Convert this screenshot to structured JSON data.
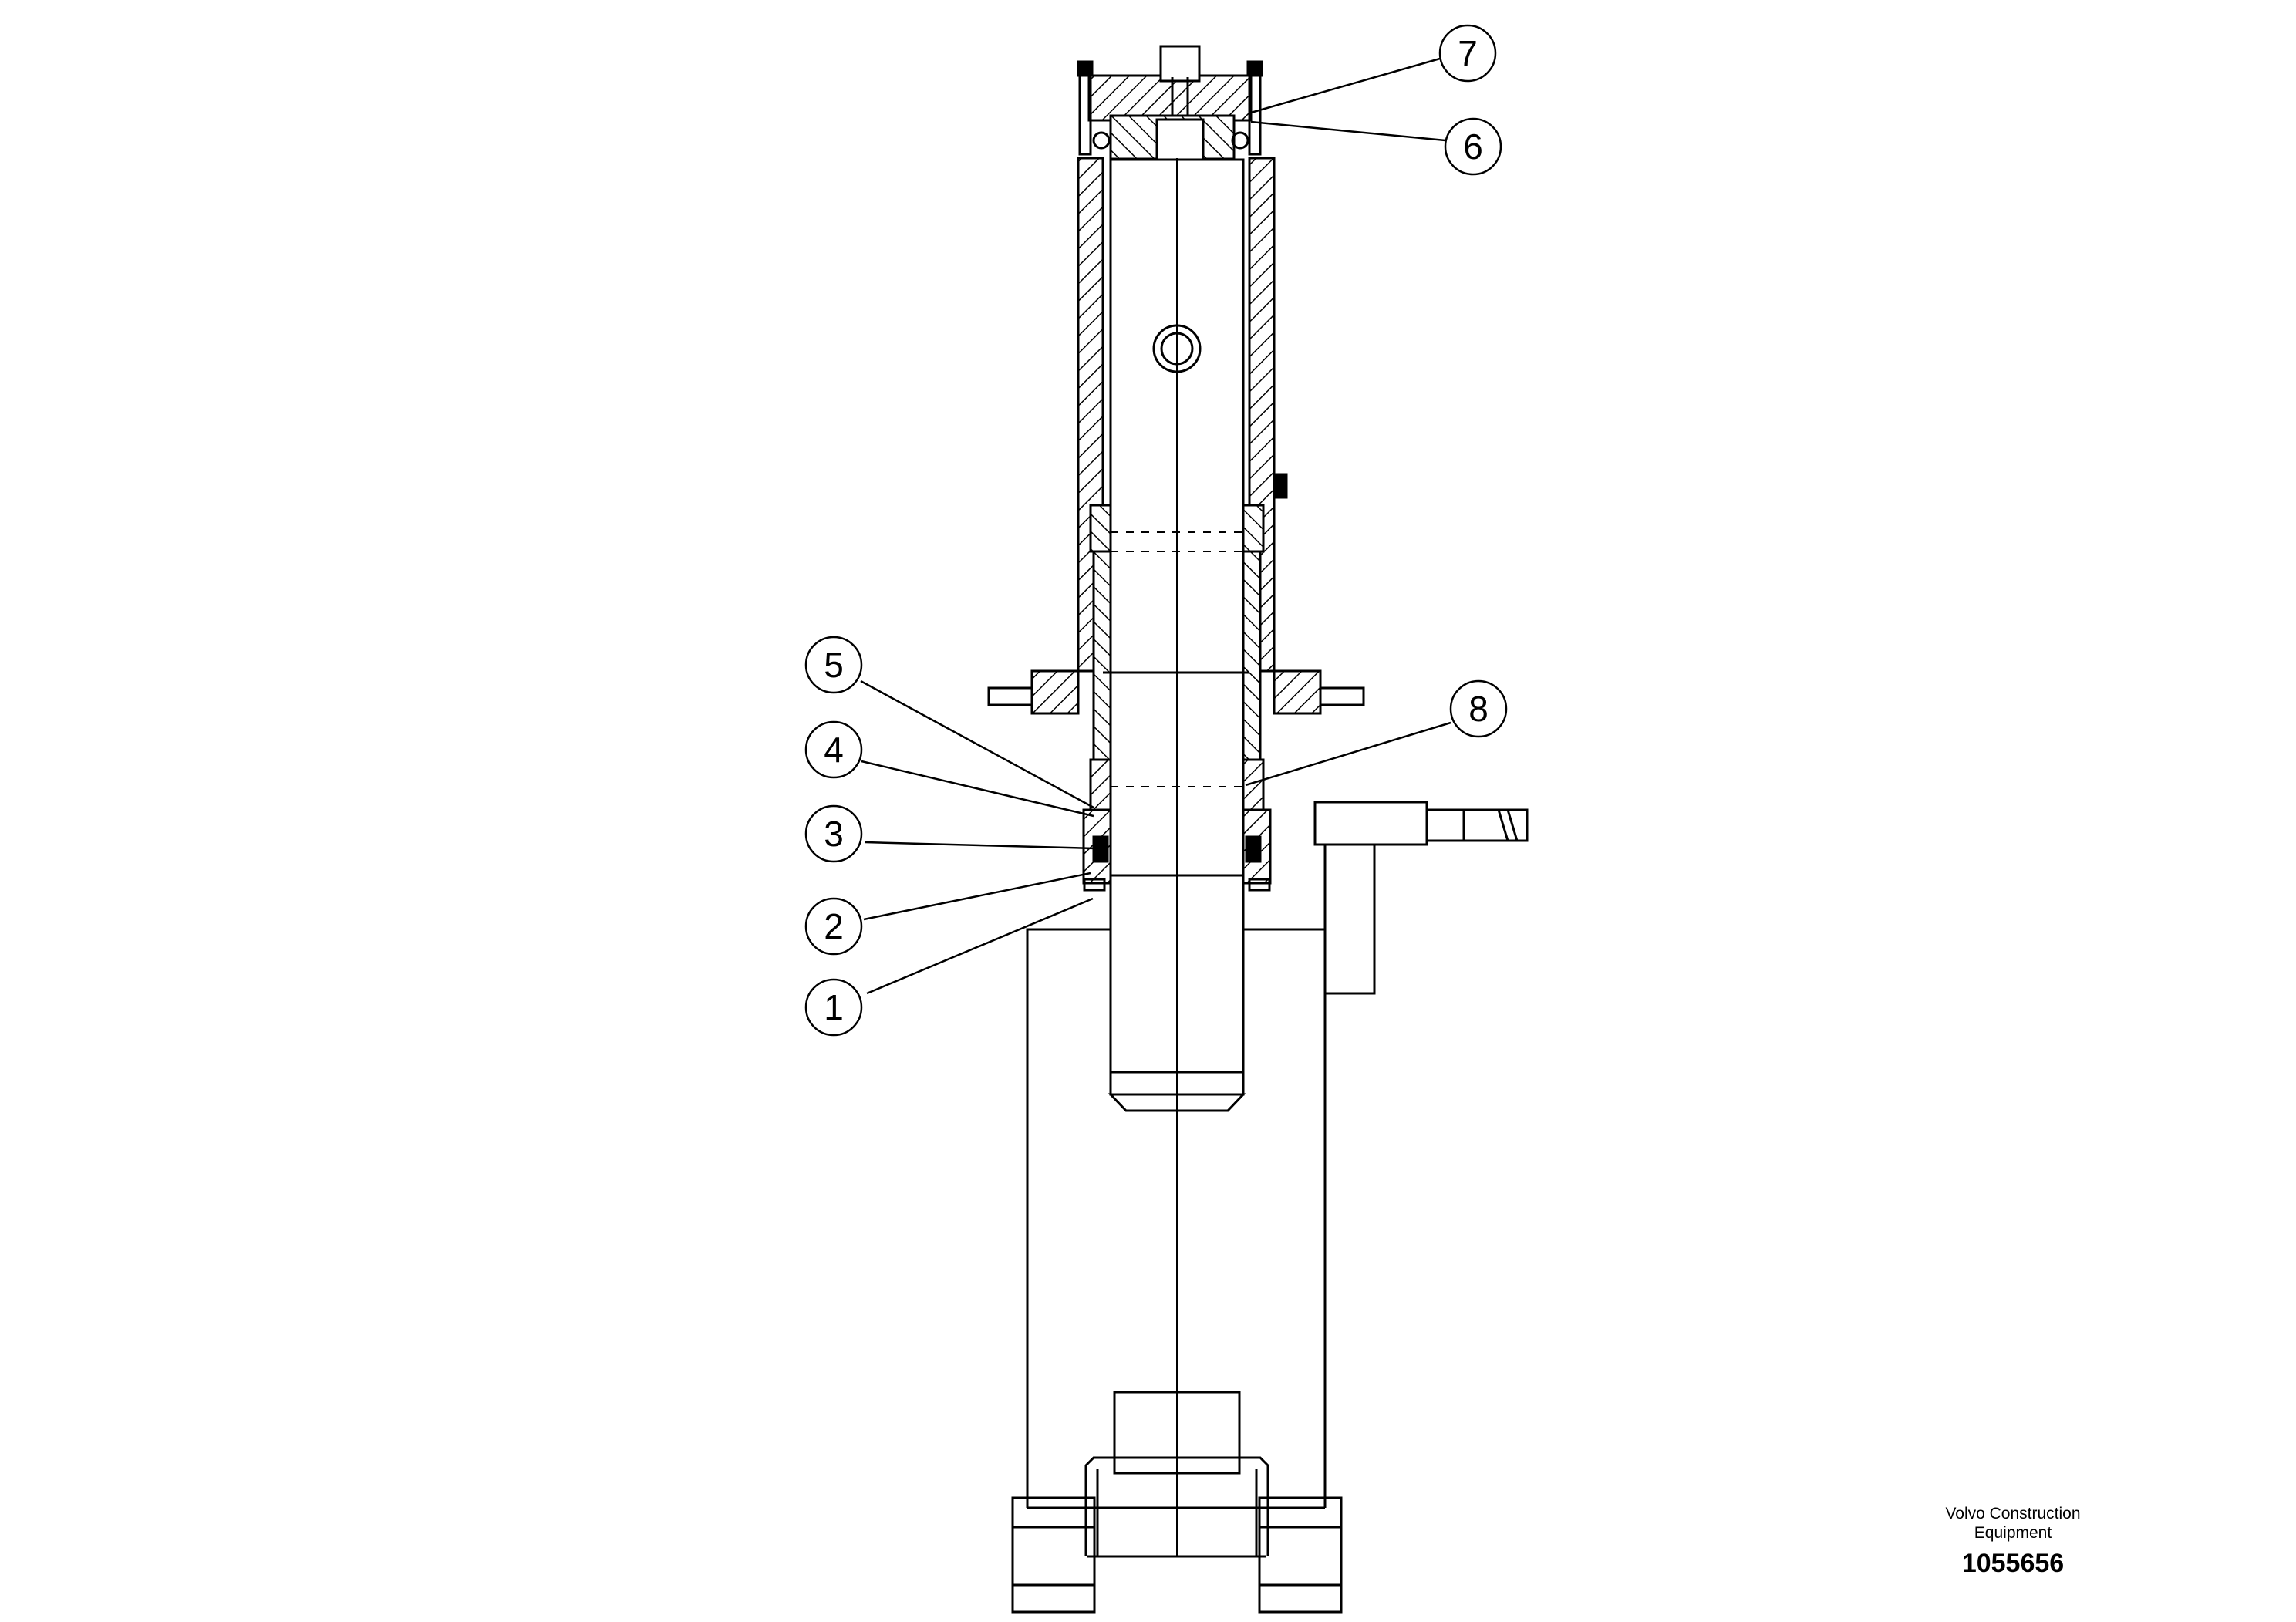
{
  "drawing": {
    "callouts": [
      {
        "label": "1"
      },
      {
        "label": "2"
      },
      {
        "label": "3"
      },
      {
        "label": "4"
      },
      {
        "label": "5"
      },
      {
        "label": "6"
      },
      {
        "label": "7"
      },
      {
        "label": "8"
      }
    ]
  },
  "footer": {
    "company_line1": "Volvo Construction",
    "company_line2": "Equipment",
    "document_number": "1055656"
  }
}
